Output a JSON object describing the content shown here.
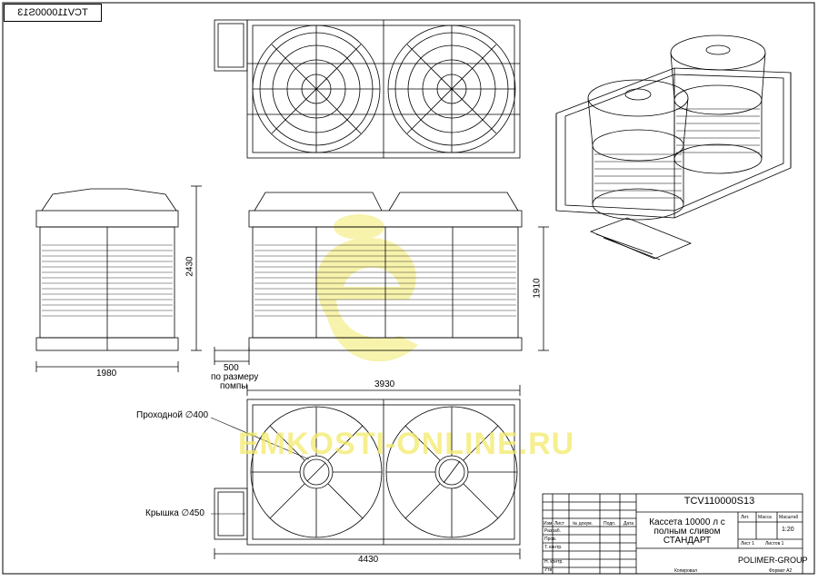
{
  "stamp": {
    "code_mirrored": "TCV110000S13"
  },
  "dimensions": {
    "height_side": "2430",
    "width_side": "1980",
    "height_front": "1910",
    "offset": "500",
    "offset_note_1": "по размеру",
    "offset_note_2": "помпы",
    "top_width": "3930",
    "total_length": "4430"
  },
  "callouts": {
    "manhole": "Проходной ∅400",
    "lid": "Крышка ∅450"
  },
  "watermark": {
    "text": "EMKOSTI-ONLINE.RU"
  },
  "title_block": {
    "code": "TCV110000S13",
    "title_line1": "Кассета 10000 л с",
    "title_line2": "полным сливом",
    "title_line3": "СТАНДАРТ",
    "col_headers": [
      "Изм",
      "Лист",
      "№ докум.",
      "Подп.",
      "Дата"
    ],
    "row_labels": [
      "Разраб.",
      "Пров.",
      "Т. контр.",
      "Н. контр.",
      "Утв."
    ],
    "lit_header": "Лит.",
    "mass_header": "Масса",
    "scale_header": "Масштаб",
    "scale": "1:20",
    "sheet": "Лист 1",
    "sheets": "Листов 1",
    "company": "POLIMER-GROUP",
    "copied": "Копировал",
    "format": "Формат A2"
  }
}
